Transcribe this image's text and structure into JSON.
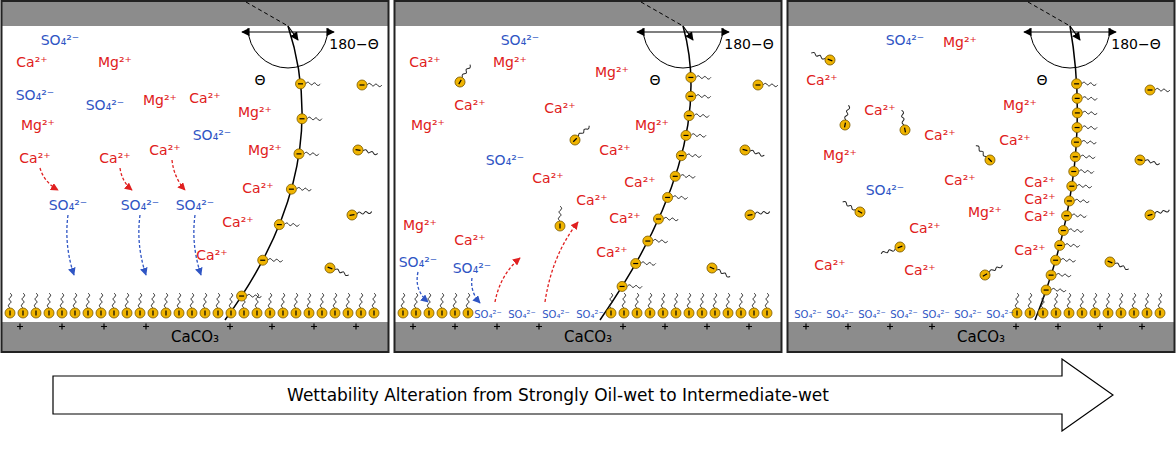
{
  "diagram": {
    "nodes": [
      {
        "text": [
          "CaCO₃"
        ]
      },
      {
        "text": [
          "CaCO₃"
        ]
      },
      {
        "text": [
          "CaCO₃"
        ]
      },
      {
        "text": [
          "Wettability Alteration from Strongly Oil-wet to Intermediate-wet"
        ]
      }
    ],
    "labels": [
      "SO₄²⁻",
      "Ca²⁺",
      "Mg²⁺",
      "SO₄²⁻",
      "SO₄²⁻",
      "Mg²⁺",
      "Ca²⁺",
      "Mg²⁺",
      "Mg²⁺",
      "SO₄²⁻",
      "Mg²⁺",
      "Ca²⁺",
      "Ca²⁺",
      "Ca²⁺",
      "Ca²⁺",
      "Ca²⁺",
      "Ca²⁺",
      "SO₄²⁻",
      "SO₄²⁻",
      "SO₄²⁻",
      "Θ",
      "180−Θ",
      "SO₄²⁻",
      "Ca²⁺",
      "Mg²⁺",
      "Mg²⁺",
      "Ca²⁺",
      "Mg²⁺",
      "Ca²⁺",
      "Mg²⁺",
      "SO₄²⁻",
      "Ca²⁺",
      "Ca²⁺",
      "Ca²⁺",
      "Ca²⁺",
      "Mg²⁺",
      "Ca²⁺",
      "Ca²⁺",
      "Ca²⁺",
      "SO₄²⁻",
      "SO₄²⁻",
      "SO₄²⁻",
      "SO₄²⁻",
      "SO₄²⁻",
      "SO₄²⁻",
      "Θ",
      "180−Θ",
      "SO₄²⁻",
      "Mg²⁺",
      "Ca²⁺",
      "Ca²⁺",
      "Mg²⁺",
      "Mg²⁺",
      "Ca²⁺",
      "Ca²⁺",
      "SO₄²⁻",
      "Ca²⁺",
      "Mg²⁺",
      "Ca²⁺",
      "Ca²⁺",
      "Ca²⁺",
      "Ca²⁺",
      "Ca²⁺",
      "Ca²⁺",
      "Ca²⁺",
      "SO₄²⁻",
      "SO₄²⁻",
      "SO₄²⁻",
      "SO₄²⁻",
      "SO₄²⁻",
      "SO₄²⁻",
      "SO₄²⁻",
      "Θ",
      "180−Θ"
    ]
  }
}
